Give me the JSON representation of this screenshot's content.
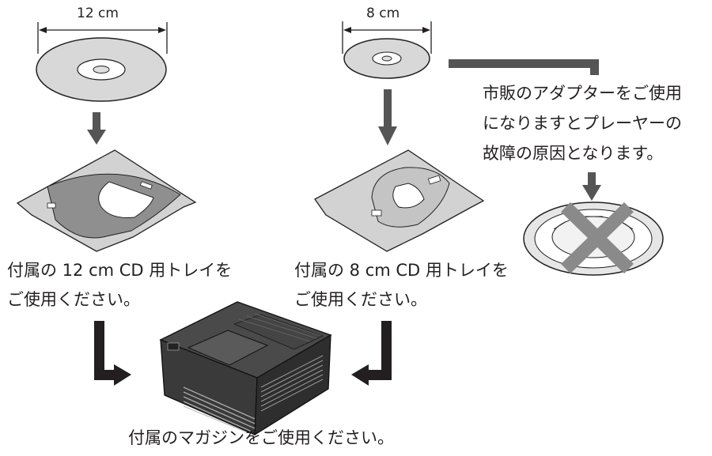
{
  "dimensions": {
    "disc_12": "12 cm",
    "disc_8": "8 cm"
  },
  "captions": {
    "tray_12_line1": "付属の 12 cm CD 用トレイを",
    "tray_12_line2": "ご使用ください。",
    "tray_8_line1": "付属の 8 cm CD 用トレイを",
    "tray_8_line2": "ご使用ください。",
    "adapter_line1": "市販のアダプターをご使用",
    "adapter_line2": "になりますとプレーヤーの",
    "adapter_line3": "故障の原因となります。",
    "magazine": "付属のマガジンをご使用ください。"
  },
  "colors": {
    "ink": "#231f20",
    "arrow": "#555555",
    "metal": "#cfcfcf",
    "disc": "#d8d8d8",
    "magazine": "#3a3a3a",
    "cross": "#8a8a8a"
  },
  "icons": {
    "prohibited": "cross-mark-icon",
    "flow": "down-arrow-icon"
  }
}
